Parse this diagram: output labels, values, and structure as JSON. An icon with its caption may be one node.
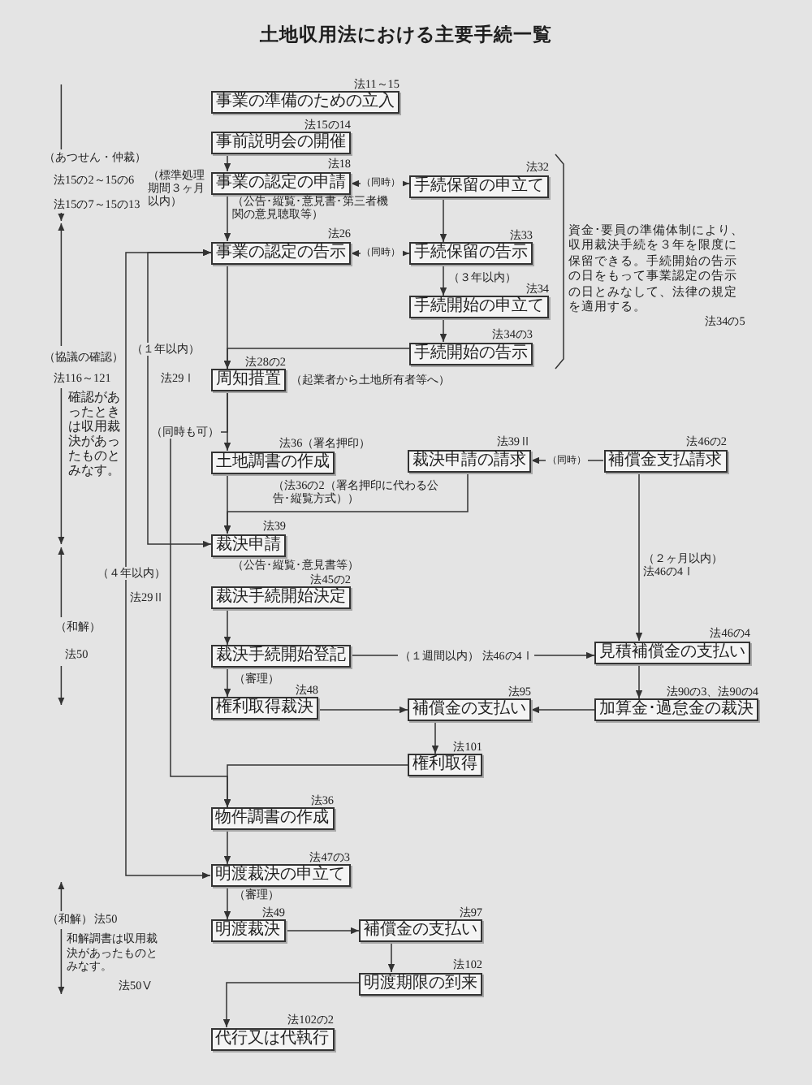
{
  "diagram": {
    "title": "土地収用法における主要手続一覧",
    "nodes": [
      {
        "text": [
          "事業の準備のための立入"
        ],
        "beside": [
          "法11～15"
        ]
      },
      {
        "text": [
          "事前説明会の開催"
        ],
        "beside": [
          "法15の14"
        ]
      },
      {
        "text": [
          "事業の認定の申請"
        ],
        "beside": [
          "法18",
          "（標準処理期間３ヶ月以内）",
          "（公告･縦覧･意見書･第三者機関の意見聴取等）"
        ]
      },
      {
        "text": [
          "手続保留の申立て"
        ],
        "beside": [
          "法32"
        ]
      },
      {
        "text": [
          "事業の認定の告示"
        ],
        "beside": [
          "法26"
        ]
      },
      {
        "text": [
          "手続保留の告示"
        ],
        "beside": [
          "法33"
        ]
      },
      {
        "text": [
          "手続開始の申立て"
        ],
        "beside": [
          "法34"
        ]
      },
      {
        "text": [
          "手続開始の告示"
        ],
        "beside": [
          "法34の3"
        ]
      },
      {
        "text": [
          "周知措置"
        ],
        "beside": [
          "法28の2",
          "（起業者から土地所有者等へ）"
        ]
      },
      {
        "text": [
          "土地調書の作成"
        ],
        "beside": [
          "法36（署名押印）",
          "（法36の2（署名押印に代わる公告･縦覧方式））"
        ]
      },
      {
        "text": [
          "裁決申請の請求"
        ],
        "beside": [
          "法39Ⅱ"
        ]
      },
      {
        "text": [
          "補償金支払請求"
        ],
        "beside": [
          "法46の2"
        ]
      },
      {
        "text": [
          "裁決申請"
        ],
        "beside": [
          "法39",
          "（公告･縦覧･意見書等）"
        ]
      },
      {
        "text": [
          "裁決手続開始決定"
        ],
        "beside": [
          "法45の2"
        ]
      },
      {
        "text": [
          "裁決手続開始登記"
        ]
      },
      {
        "text": [
          "見積補償金の支払い"
        ],
        "beside": [
          "法46の4"
        ]
      },
      {
        "text": [
          "権利取得裁決"
        ],
        "beside": [
          "法48"
        ]
      },
      {
        "text": [
          "補償金の支払い"
        ],
        "beside": [
          "法95"
        ]
      },
      {
        "text": [
          "加算金･過怠金の裁決"
        ],
        "beside": [
          "法90の3、法90の4"
        ]
      },
      {
        "text": [
          "権利取得"
        ],
        "beside": [
          "法101"
        ]
      },
      {
        "text": [
          "物件調書の作成"
        ],
        "beside": [
          "法36"
        ]
      },
      {
        "text": [
          "明渡裁決の申立て"
        ],
        "beside": [
          "法47の3"
        ]
      },
      {
        "text": [
          "明渡裁決"
        ],
        "beside": [
          "法49"
        ]
      },
      {
        "text": [
          "補償金の支払い"
        ],
        "beside": [
          "法97"
        ]
      },
      {
        "text": [
          "明渡期限の到来"
        ],
        "beside": [
          "法102"
        ]
      },
      {
        "text": [
          "代行又は代執行"
        ],
        "beside": [
          "法102の2"
        ]
      }
    ],
    "edges": [
      {
        "from": 1,
        "to": 2,
        "arrow": "to"
      },
      {
        "from": 2,
        "to": 3,
        "arrow": "both",
        "label": "（同時）"
      },
      {
        "from": 2,
        "to": 4,
        "arrow": "to"
      },
      {
        "from": 4,
        "to": 5,
        "arrow": "both",
        "label": "（同時）"
      },
      {
        "from": 3,
        "to": 5,
        "arrow": "to"
      },
      {
        "from": 5,
        "to": 6,
        "arrow": "to",
        "label": "（３年以内）"
      },
      {
        "from": 6,
        "to": 7,
        "arrow": "to"
      },
      {
        "from": 4,
        "to": 8,
        "arrow": "to"
      },
      {
        "from": 7,
        "to": 8,
        "arrow": "to"
      },
      {
        "from": 4,
        "to": 12,
        "arrow": "both",
        "label": "（１年以内）"
      },
      {
        "from": 4,
        "to": 21,
        "arrow": "both",
        "label": "（４年以内）"
      },
      {
        "from": 8,
        "to": 9,
        "arrow": "to"
      },
      {
        "from": 8,
        "to": 20,
        "arrow": "to",
        "label": "（同時も可）"
      },
      {
        "from": 9,
        "to": 12,
        "arrow": "to"
      },
      {
        "from": 10,
        "to": 12,
        "arrow": "to"
      },
      {
        "from": 11,
        "to": 10,
        "arrow": "to",
        "label": "（同時）"
      },
      {
        "from": 11,
        "to": 15,
        "arrow": "to",
        "label": "（２ヶ月以内）法46の4Ⅰ"
      },
      {
        "from": 13,
        "to": 14,
        "arrow": "to"
      },
      {
        "from": 14,
        "to": 15,
        "arrow": "to",
        "label": "（１週間以内） 法46の4Ⅰ"
      },
      {
        "from": 14,
        "to": 16,
        "arrow": "to",
        "label": "（審理）"
      },
      {
        "from": 15,
        "to": 18,
        "arrow": "to"
      },
      {
        "from": 16,
        "to": 17,
        "arrow": "to"
      },
      {
        "from": 18,
        "to": 17,
        "arrow": "to"
      },
      {
        "from": 17,
        "to": 19,
        "arrow": "to"
      },
      {
        "from": 19,
        "to": 20,
        "arrow": "to"
      },
      {
        "from": 20,
        "to": 21,
        "arrow": "to"
      },
      {
        "from": 21,
        "to": 22,
        "arrow": "to",
        "label": "（審理）"
      },
      {
        "from": 22,
        "to": 23,
        "arrow": "to"
      },
      {
        "from": 23,
        "to": 24,
        "arrow": "to"
      },
      {
        "from": 24,
        "to": 25,
        "arrow": "to"
      }
    ],
    "labels": [
      "（あつせん・仲裁）",
      "法15の2～15の6",
      "法15の7～15の13",
      "資金･要員の準備体制により、収用裁決手続を３年を限度に保留できる。手続開始の告示の日をもって事業認定の告示の日とみなして、法律の規定を適用する。",
      "法34の5",
      "（協議の確認）",
      "法116～121",
      "確認があったときは収用裁決があったものとみなす。",
      "法29Ⅰ",
      "法29Ⅱ",
      "（和解）",
      "法50",
      "（和解）",
      "法50",
      "和解調書は収用裁決があったものとみなす。",
      "法50Ⅴ"
    ]
  }
}
